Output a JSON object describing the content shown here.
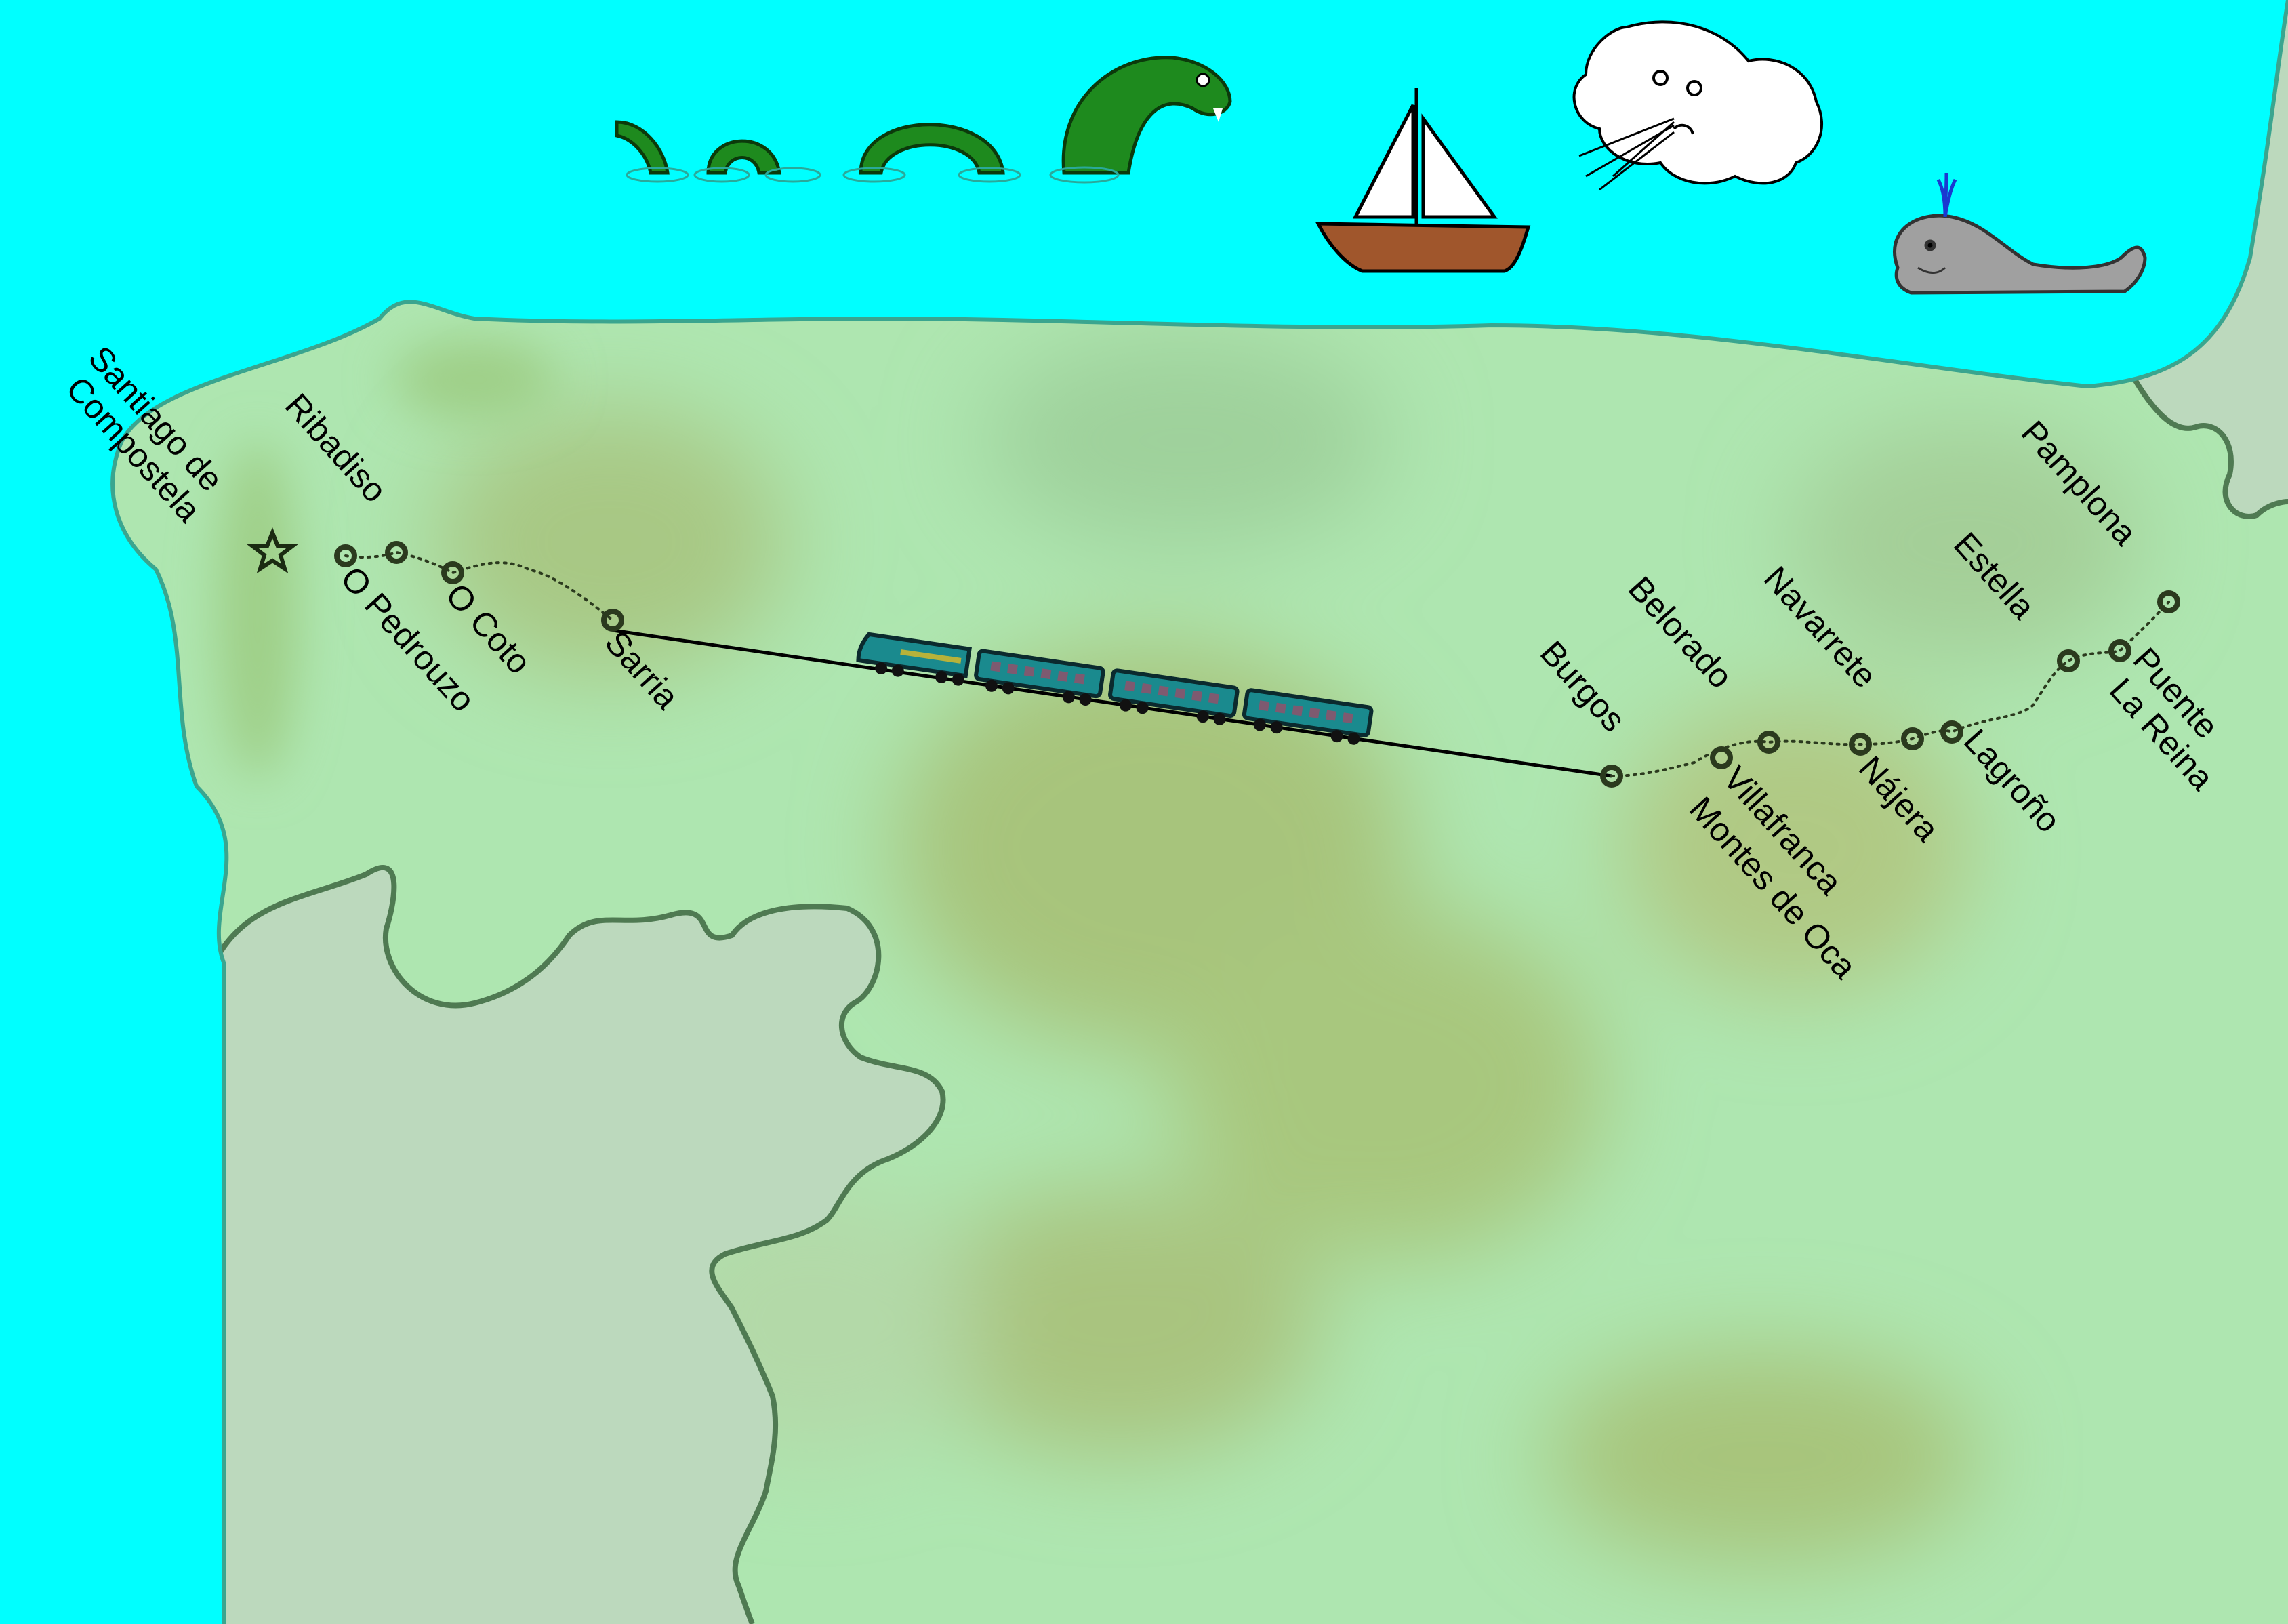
{
  "map": {
    "colors": {
      "sea": "#00ffff",
      "land": "#aee6b0",
      "mountain": "#a6c47a",
      "neighbor": "#bcd9bd",
      "route_line": "#000000",
      "stop_ring": "#2b3a1e",
      "train": "#1a8a8e"
    },
    "icons": [
      "sea-serpent-icon",
      "sailboat-icon",
      "wind-cloud-face-icon",
      "whale-icon",
      "train-icon",
      "star-icon"
    ],
    "places": {
      "santiago_line1": "Santiago de",
      "santiago_line2": "Compostela",
      "ribadiso": "Ribadiso",
      "o_pedrouzo": "O Pedrouzo",
      "o_coto": "O Coto",
      "sarria": "Sarria",
      "burgos": "Burgos",
      "villafranca_line1": "Villafranca",
      "villafranca_line2": "Montes de Oca",
      "belorado": "Belorado",
      "najera": "Nájera",
      "navarrete": "Navarrete",
      "logrono": "Lagroño",
      "estella": "Estella",
      "puente_line1": "Puente",
      "puente_line2": "La Reina",
      "pamplona": "Pamplona"
    }
  }
}
